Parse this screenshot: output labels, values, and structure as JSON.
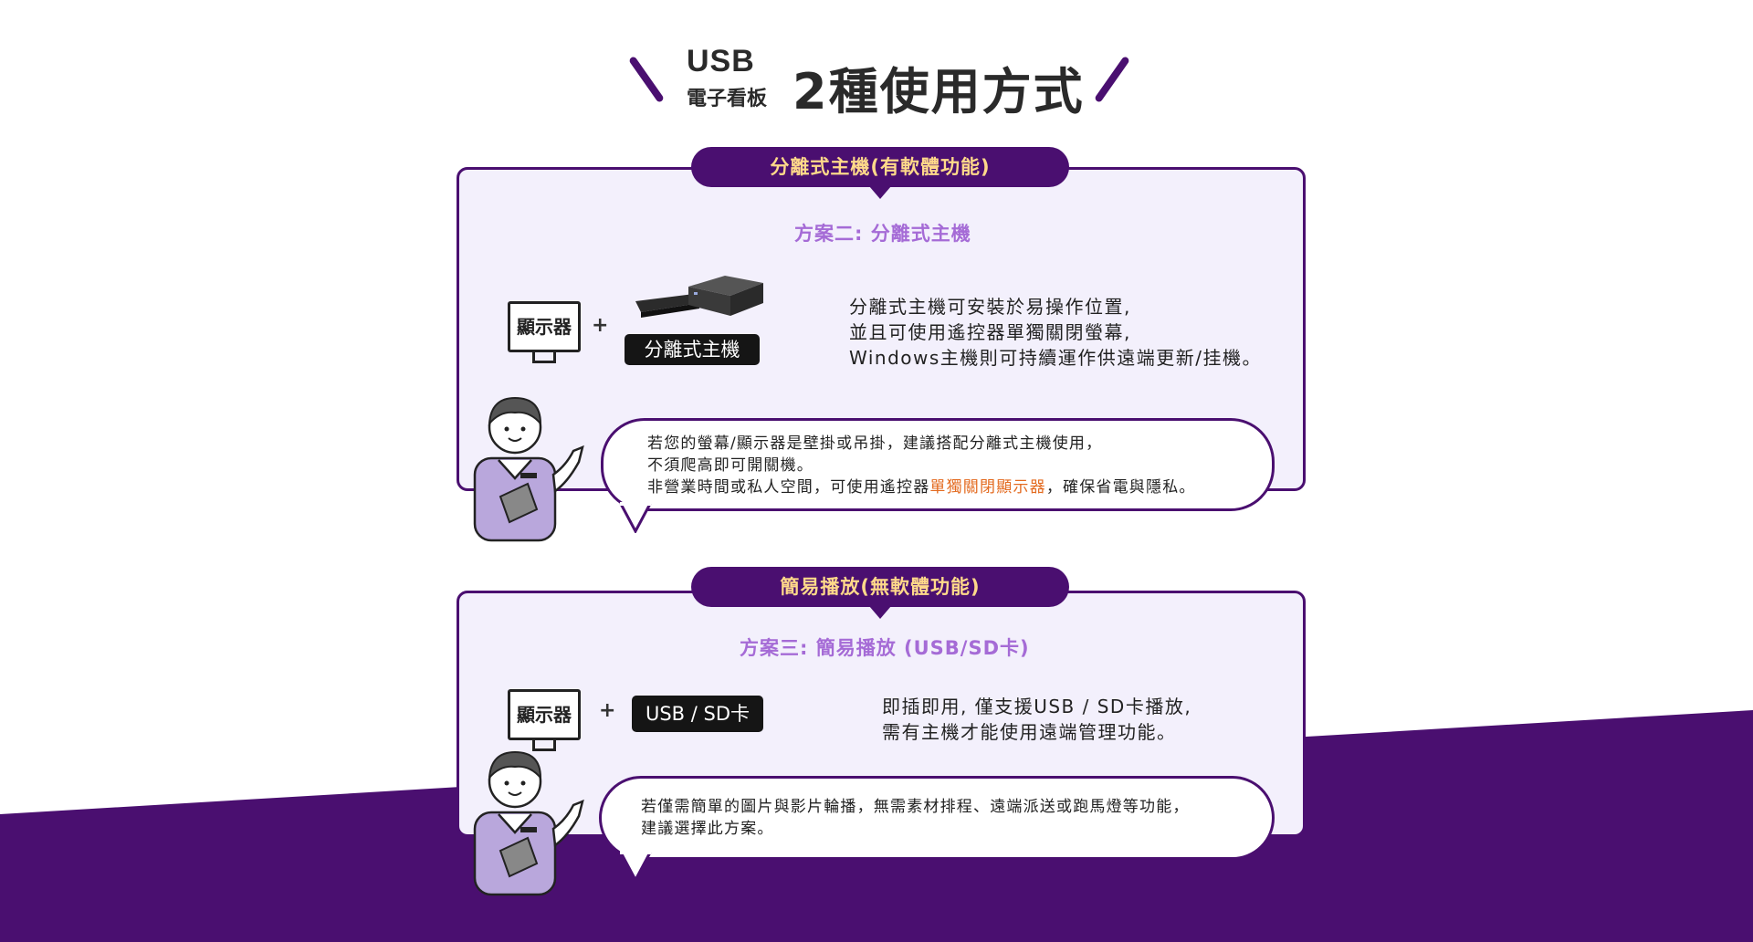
{
  "header": {
    "usb": "USB",
    "sub": "電子看板",
    "title": "2種使用方式"
  },
  "colors": {
    "brand_purple": "#4a0f70",
    "panel_bg": "#f3f0fc",
    "pill_text": "#ffd98a",
    "scheme_title": "#a56bd6",
    "highlight": "#e36a1f"
  },
  "section1": {
    "pill": "分離式主機(有軟體功能)",
    "scheme_title": "方案二: 分離式主機",
    "monitor_label": "顯示器",
    "plus": "+",
    "device_tag": "分離式主機",
    "description": [
      "分離式主機可安裝於易操作位置,",
      "並且可使用遙控器單獨關閉螢幕,",
      "Windows主機則可持續運作供遠端更新/挂機。"
    ],
    "bubble": {
      "line1": "若您的螢幕/顯示器是壁掛或吊掛，建議搭配分離式主機使用，",
      "line2": "不須爬高即可開關機。",
      "line3_pre": "非營業時間或私人空間，可使用遙控器",
      "line3_hl": "單獨關閉顯示器",
      "line3_post": "，確保省電與隱私。"
    }
  },
  "section2": {
    "pill": "簡易播放(無軟體功能)",
    "scheme_title": "方案三: 簡易播放 (USB/SD卡)",
    "monitor_label": "顯示器",
    "plus": "+",
    "device_tag": "USB / SD卡",
    "description": [
      "即插即用, 僅支援USB / SD卡播放,",
      "需有主機才能使用遠端管理功能。"
    ],
    "bubble": {
      "line1": "若僅需簡單的圖片與影片輪播，無需素材排程、遠端派送或跑馬燈等功能，",
      "line2": "建議選擇此方案。"
    }
  }
}
